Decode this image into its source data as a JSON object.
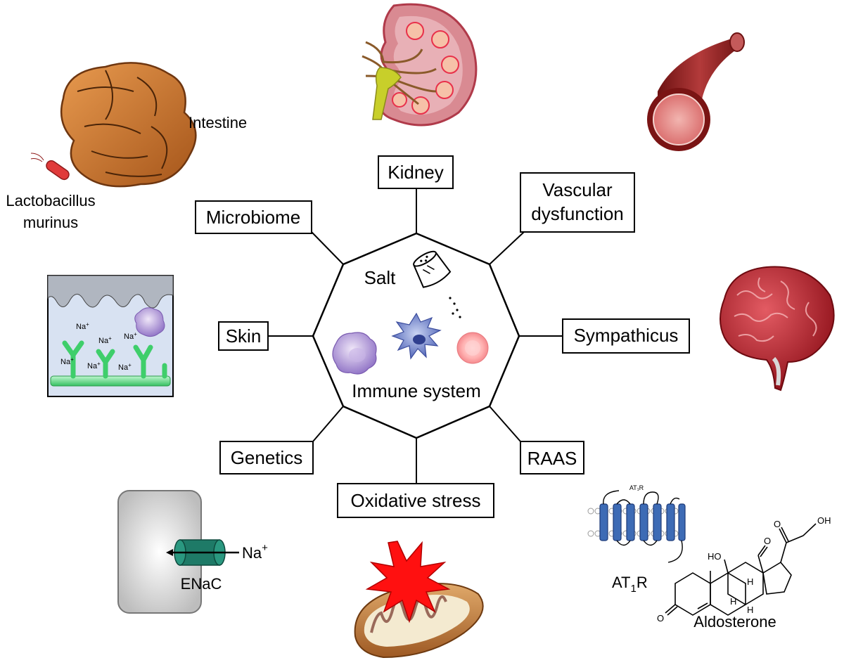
{
  "center": {
    "salt": "Salt",
    "immune": "Immune system"
  },
  "factors": {
    "kidney": "Kidney",
    "vascular_line1": "Vascular",
    "vascular_line2": "dysfunction",
    "sympathicus": "Sympathicus",
    "raas": "RAAS",
    "oxidative": "Oxidative stress",
    "genetics": "Genetics",
    "skin": "Skin",
    "microbiome": "Microbiome"
  },
  "labels": {
    "intestine": "Intestine",
    "lacto_line1": "Lactobacillus",
    "lacto_line2": "murinus",
    "na": "Na",
    "na_sup": "+",
    "enac": "ENaC",
    "at1r_main": "AT",
    "at1r_sub": "1",
    "at1r_tail": "R",
    "at1r_small": "AT₁R",
    "aldosterone": "Aldosterone",
    "oh": "OH",
    "ho": "HO",
    "o": "O",
    "h": "H"
  },
  "colors": {
    "frame": "#000000",
    "intestine": "#c8732a",
    "kidney_red": "#e8304a",
    "kidney_pink": "#f3b4c0",
    "ureter": "#c8cf2a",
    "vessel": "#8a1c1c",
    "brain": "#b5202a",
    "enac": "#1e7a67",
    "receptor": "#3d6bb5",
    "skin_green": "#3fce6b",
    "explosion": "#ff1010",
    "mito": "#c98a4a"
  }
}
